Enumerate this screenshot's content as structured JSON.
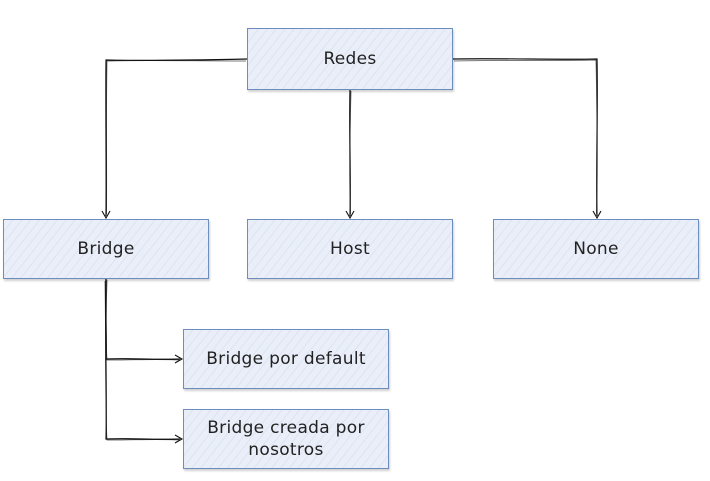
{
  "diagram": {
    "nodes": {
      "redes": "Redes",
      "bridge": "Bridge",
      "host": "Host",
      "none": "None",
      "bridge_default": "Bridge por default",
      "bridge_creada": "Bridge creada por nosotros"
    },
    "edges": [
      {
        "from": "Redes",
        "to": "Bridge"
      },
      {
        "from": "Redes",
        "to": "Host"
      },
      {
        "from": "Redes",
        "to": "None"
      },
      {
        "from": "Bridge",
        "to": "Bridge por default"
      },
      {
        "from": "Bridge",
        "to": "Bridge creada por nosotros"
      }
    ],
    "colors": {
      "node_fill": "#e9eef8",
      "node_border": "#6c8ebf",
      "edge": "#111111"
    }
  }
}
